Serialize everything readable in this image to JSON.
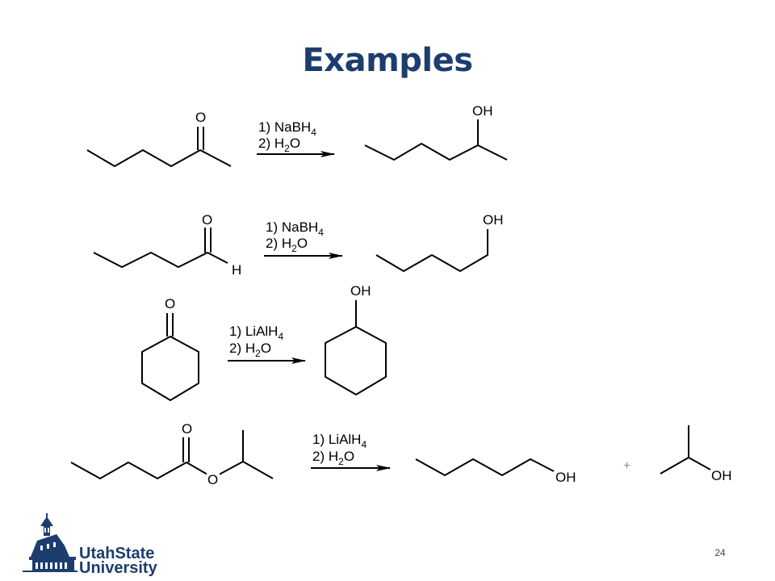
{
  "slide": {
    "title": "Examples",
    "page_number": "24"
  },
  "reactions": [
    {
      "step1": "1) NaBH",
      "step1_sub": "4",
      "step2a": "2) H",
      "step2_sub": "2",
      "step2b": "O",
      "reactant_labels": [
        "O"
      ],
      "product_labels": [
        "OH"
      ]
    },
    {
      "step1": "1) NaBH",
      "step1_sub": "4",
      "step2a": "2) H",
      "step2_sub": "2",
      "step2b": "O",
      "reactant_labels": [
        "O",
        "H"
      ],
      "product_labels": [
        "OH"
      ]
    },
    {
      "step1": "1) LiAlH",
      "step1_sub": "4",
      "step2a": "2) H",
      "step2_sub": "2",
      "step2b": "O",
      "reactant_labels": [
        "O"
      ],
      "product_labels": [
        "OH"
      ]
    },
    {
      "step1": "1) LiAlH",
      "step1_sub": "4",
      "step2a": "2) H",
      "step2_sub": "2",
      "step2b": "O",
      "reactant_labels": [
        "O",
        "O"
      ],
      "product_labels": [
        "OH",
        "OH"
      ],
      "plus_sign": "+"
    }
  ],
  "logo": {
    "line1": "UtahState",
    "line2": "University",
    "icon": "old-main-building-icon"
  },
  "colors": {
    "title": "#1c3d6e",
    "logo": "#1c3d6e"
  }
}
